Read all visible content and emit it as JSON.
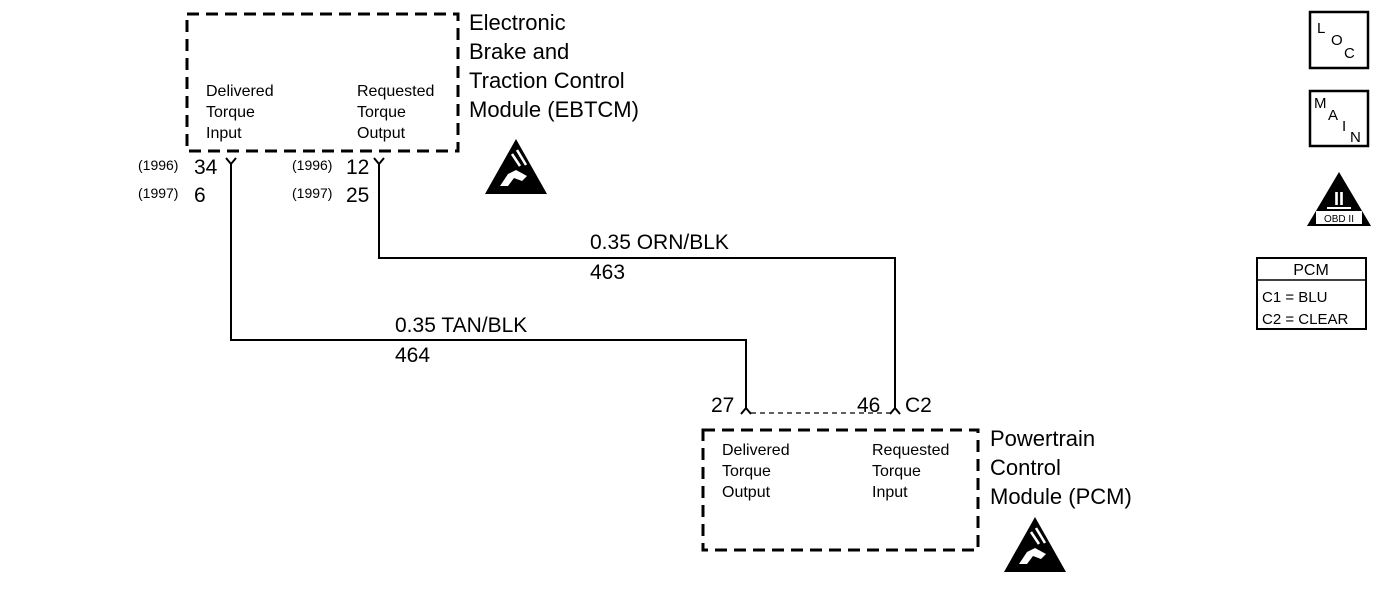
{
  "ebtcm": {
    "title_lines": [
      "Electronic",
      "Brake and",
      "Traction Control",
      "Module (EBTCM)"
    ],
    "left_func": [
      "Delivered",
      "Torque",
      "Input"
    ],
    "right_func": [
      "Requested",
      "Torque",
      "Output"
    ],
    "left_pins": [
      {
        "year": "(1996)",
        "num": "34"
      },
      {
        "year": "(1997)",
        "num": "6"
      }
    ],
    "right_pins": [
      {
        "year": "(1996)",
        "num": "12"
      },
      {
        "year": "(1997)",
        "num": "25"
      }
    ]
  },
  "wires": [
    {
      "label": "0.35 ORN/BLK",
      "circuit": "463"
    },
    {
      "label": "0.35 TAN/BLK",
      "circuit": "464"
    }
  ],
  "pcm": {
    "title_lines": [
      "Powertrain",
      "Control",
      "Module (PCM)"
    ],
    "left_func": [
      "Delivered",
      "Torque",
      "Output"
    ],
    "right_func": [
      "Requested",
      "Torque",
      "Input"
    ],
    "pin_left": "27",
    "pin_right": "46",
    "connector": "C2"
  },
  "legend": {
    "loc": [
      "L",
      "O",
      "C"
    ],
    "main": [
      "M",
      "A",
      "I",
      "N"
    ],
    "obd_roman": "II",
    "obd_text": "OBD II",
    "pcm_table": {
      "header": "PCM",
      "rows": [
        "C1 = BLU",
        "C2 = CLEAR"
      ]
    }
  },
  "icons": {
    "esd_ebtcm": "esd-warning-icon",
    "esd_pcm": "esd-warning-icon",
    "obd": "obd-ii-triangle-icon"
  }
}
